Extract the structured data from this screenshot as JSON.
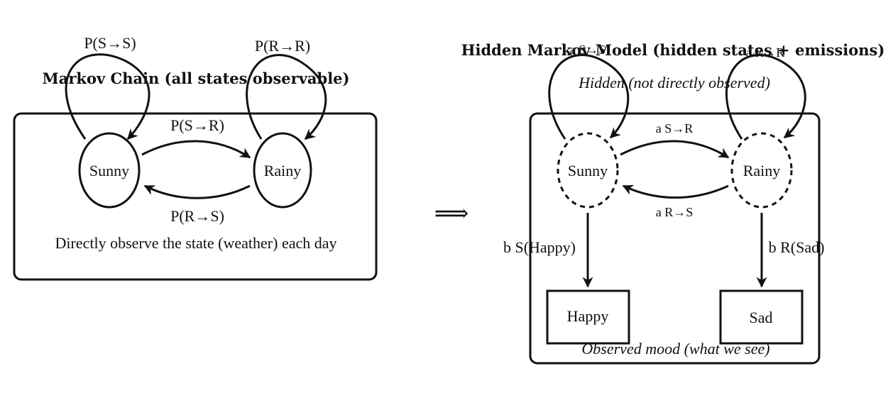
{
  "left": {
    "title": "Markov Chain (all states observable)",
    "states": {
      "sunny": "Sunny",
      "rainy": "Rainy"
    },
    "loops": {
      "sunny": "P(S→S)",
      "rainy": "P(R→R)"
    },
    "edges": {
      "s_to_r": "P(S→R)",
      "r_to_s": "P(R→S)"
    },
    "caption": "Directly observe the state (weather) each day"
  },
  "arrow": "⟹",
  "right": {
    "title": "Hidden Markov Model (hidden states + emissions)",
    "hidden_label": "Hidden (not directly observed)",
    "states": {
      "sunny": "Sunny",
      "rainy": "Rainy"
    },
    "loops": {
      "sunny": "a S→S",
      "rainy": "a R→R"
    },
    "edges": {
      "s_to_r": "a S→R",
      "r_to_s": "a R→S"
    },
    "emissions": {
      "sunny": "b S(Happy)",
      "rainy": "b R(Sad)"
    },
    "observations": {
      "happy": "Happy",
      "sad": "Sad"
    },
    "observed_label": "Observed mood (what we see)"
  }
}
